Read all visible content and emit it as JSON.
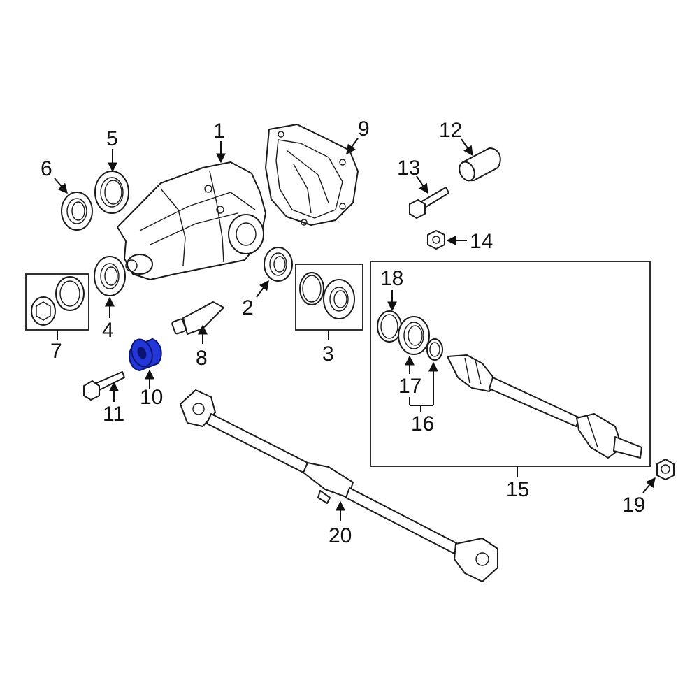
{
  "highlight_color": "#2336d8",
  "callouts": [
    "1",
    "2",
    "3",
    "4",
    "5",
    "6",
    "7",
    "8",
    "9",
    "10",
    "11",
    "12",
    "13",
    "14",
    "15",
    "16",
    "17",
    "18",
    "19",
    "20"
  ],
  "parts": [
    {
      "id": "1",
      "icon": "differential-housing-icon"
    },
    {
      "id": "2",
      "icon": "seal-icon"
    },
    {
      "id": "3",
      "icon": "seal-kit-icon"
    },
    {
      "id": "4",
      "icon": "seal-icon"
    },
    {
      "id": "5",
      "icon": "seal-icon"
    },
    {
      "id": "6",
      "icon": "seal-icon"
    },
    {
      "id": "7",
      "icon": "seal-kit-icon"
    },
    {
      "id": "8",
      "icon": "sealant-tube-icon"
    },
    {
      "id": "9",
      "icon": "differential-cover-icon"
    },
    {
      "id": "10",
      "icon": "bushing-icon",
      "highlighted": true
    },
    {
      "id": "11",
      "icon": "bolt-icon"
    },
    {
      "id": "12",
      "icon": "bushing-icon"
    },
    {
      "id": "13",
      "icon": "bolt-icon"
    },
    {
      "id": "14",
      "icon": "nut-icon"
    },
    {
      "id": "15",
      "icon": "axle-shaft-icon"
    },
    {
      "id": "16",
      "icon": "ring-kit-icon"
    },
    {
      "id": "17",
      "icon": "seal-icon"
    },
    {
      "id": "18",
      "icon": "ring-icon"
    },
    {
      "id": "19",
      "icon": "nut-icon"
    },
    {
      "id": "20",
      "icon": "drive-shaft-icon"
    }
  ]
}
